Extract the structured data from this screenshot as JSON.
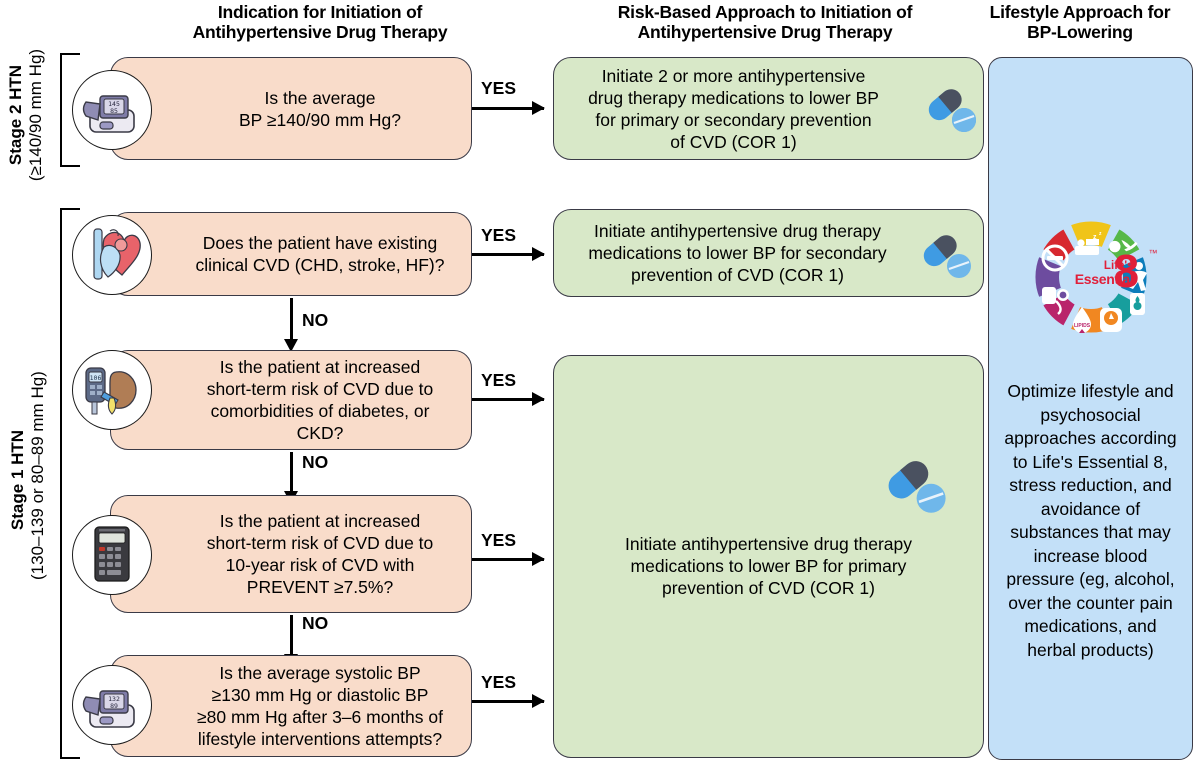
{
  "headers": {
    "col1": "Indication for Initiation of\nAntihypertensive Drug Therapy",
    "col2": "Risk-Based Approach to Initiation of\nAntihypertensive Drug Therapy",
    "col3": "Lifestyle Approach for\nBP-Lowering"
  },
  "stages": [
    {
      "title": "Stage 2 HTN",
      "subtitle": "(≥140/90 mm Hg)"
    },
    {
      "title": "Stage 1 HTN",
      "subtitle": "(130–139 or 80–89 mm Hg)"
    }
  ],
  "decisions": [
    {
      "id": "stage2-average-bp",
      "text": "Is the average\nBP ≥140/90 mm Hg?",
      "icon": "bp-monitor-icon",
      "icon_reading": "145\n85",
      "yes_label": "YES",
      "no_label": ""
    },
    {
      "id": "existing-clinical-cvd",
      "text": "Does the patient have existing\nclinical CVD (CHD, stroke, HF)?",
      "icon": "heart-icon",
      "icon_reading": "",
      "yes_label": "YES",
      "no_label": "NO"
    },
    {
      "id": "comorbidities-diabetes-ckd",
      "text": "Is the patient at increased\nshort-term risk of CVD due to\ncomorbidities of diabetes, or CKD?",
      "icon": "glucometer-kidney-icon",
      "icon_reading": "106",
      "yes_label": "YES",
      "no_label": "NO"
    },
    {
      "id": "prevent-10-year-risk",
      "text": "Is the patient at increased\nshort-term risk of CVD due to\n10-year risk of CVD with\nPREVENT ≥7.5%?",
      "icon": "calculator-icon",
      "icon_reading": "",
      "yes_label": "YES",
      "no_label": "NO"
    },
    {
      "id": "average-bp-after-lifestyle",
      "text": "Is the average systolic BP\n≥130 mm Hg or diastolic BP\n≥80 mm Hg after 3–6 months of\nlifestyle interventions attempts?",
      "icon": "bp-monitor-icon",
      "icon_reading": "132\n89",
      "yes_label": "YES",
      "no_label": ""
    }
  ],
  "actions": [
    {
      "id": "initiate-two-or-more",
      "text": "Initiate 2 or more antihypertensive\ndrug therapy medications to lower BP\nfor primary or secondary prevention\nof CVD (COR 1)"
    },
    {
      "id": "initiate-secondary-prevention",
      "text": "Initiate antihypertensive drug therapy\nmedications to lower BP for secondary\nprevention of CVD (COR 1)"
    },
    {
      "id": "initiate-primary-prevention",
      "text": "Initiate antihypertensive drug therapy\nmedications to lower BP for primary\nprevention of CVD (COR 1)"
    }
  ],
  "lifestyle": {
    "text": "Optimize lifestyle and\npsychosocial\napproaches according\nto Life's Essential 8,\nstress reduction, and\navoidance of\nsubstances that may\nincrease blood\npressure (eg, alcohol,\nover the counter pain\nmedications, and\nherbal products)",
    "wheel": {
      "brand_line1": "Life's",
      "brand_line2": "Essential",
      "brand_number": "8",
      "brand_tm": "™",
      "segments": [
        {
          "name": "eat-better-icon",
          "label": "Eat Better",
          "color": "#57b847"
        },
        {
          "name": "be-more-active-icon",
          "label": "Be More Active",
          "color": "#0c7dbb"
        },
        {
          "name": "manage-blood-sugar-icon",
          "label": "Manage Blood Sugar",
          "color": "#179e9d"
        },
        {
          "name": "manage-weight-icon",
          "label": "Manage Weight",
          "color": "#f18721"
        },
        {
          "name": "control-cholesterol-icon",
          "label": "Control Cholesterol",
          "color": "#b9246b"
        },
        {
          "name": "manage-blood-pressure-icon",
          "label": "Manage Blood Pressure",
          "color": "#6d4c9f"
        },
        {
          "name": "quit-tobacco-icon",
          "label": "Quit Tobacco",
          "color": "#d7282f"
        },
        {
          "name": "get-healthy-sleep-icon",
          "label": "Get Healthy Sleep",
          "color": "#f0c419"
        }
      ]
    }
  },
  "colors": {
    "decision_fill": "#f9dcca",
    "action_fill": "#d8e8c8",
    "lifestyle_fill": "#c3e0f8",
    "stroke": "#3a3a46",
    "pill_dark": "#4a5160",
    "pill_blue": "#3f9be3",
    "brand_red": "#e0203a"
  }
}
